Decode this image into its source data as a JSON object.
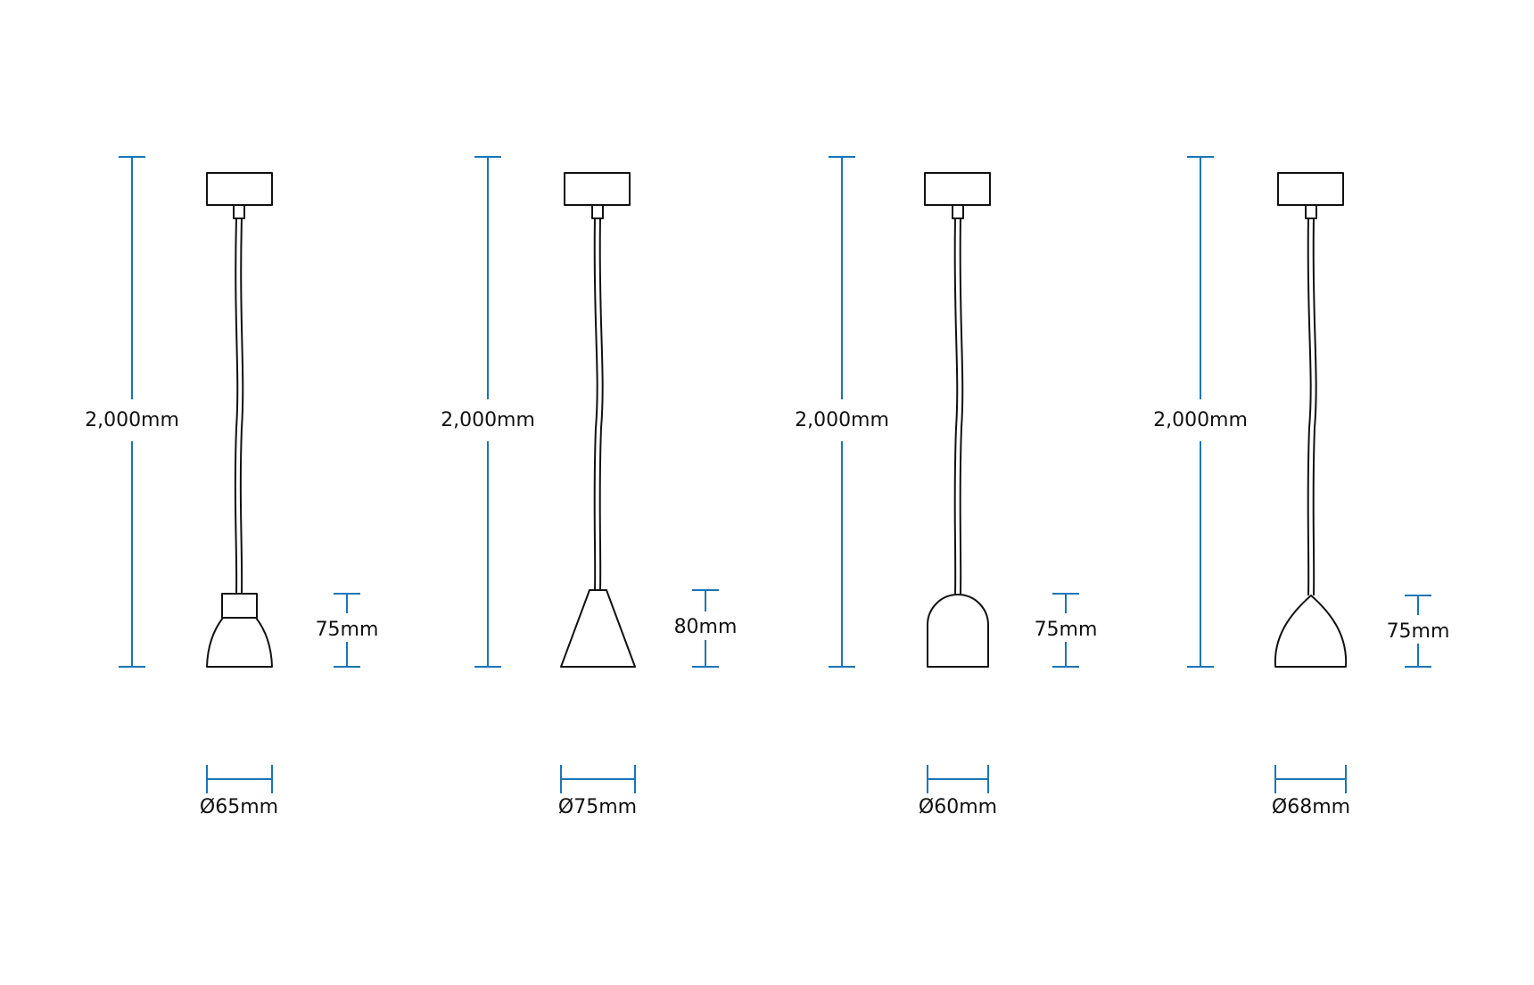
{
  "colors": {
    "dimension_line": "#1a75b8",
    "outline": "#111111",
    "background": "#ffffff"
  },
  "lamps": [
    {
      "shade": "dome-with-collar",
      "cord_length_label": "2,000mm",
      "shade_height_label": "75mm",
      "diameter_label": "Ø65mm"
    },
    {
      "shade": "cone",
      "cord_length_label": "2,000mm",
      "shade_height_label": "80mm",
      "diameter_label": "Ø75mm"
    },
    {
      "shade": "capsule",
      "cord_length_label": "2,000mm",
      "shade_height_label": "75mm",
      "diameter_label": "Ø60mm"
    },
    {
      "shade": "bell",
      "cord_length_label": "2,000mm",
      "shade_height_label": "75mm",
      "diameter_label": "Ø68mm"
    }
  ]
}
